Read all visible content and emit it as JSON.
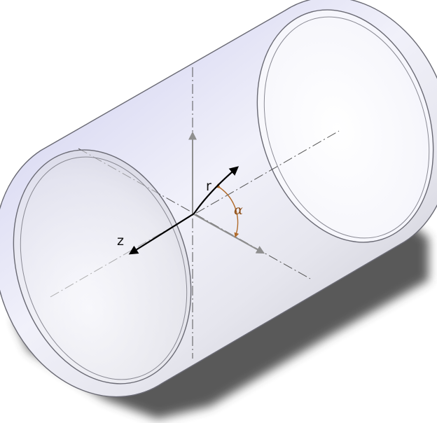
{
  "labels": {
    "r": "r",
    "z": "z",
    "alpha": "α"
  },
  "colors": {
    "background": "#ffffff",
    "shadow": "#3c3c3c",
    "cylinder_fill": "#eeeef8",
    "cylinder_edge": "#6a6a74",
    "centerline": "#555555",
    "axis_gray": "#8f8f8f",
    "axis_black": "#000000",
    "angle_arc": "#b06a2a",
    "alpha_label": "#8a4a12"
  }
}
